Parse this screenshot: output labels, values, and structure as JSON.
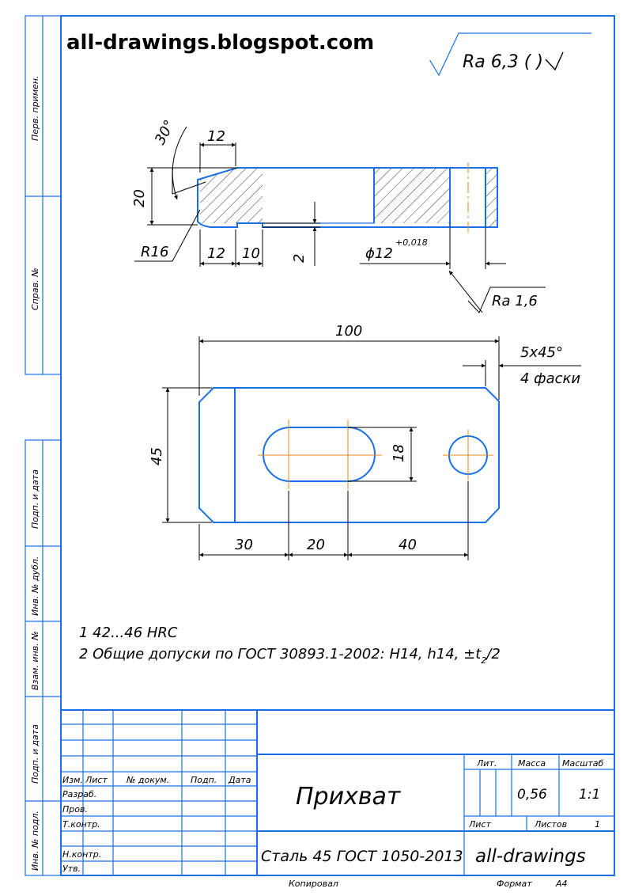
{
  "site": "all-drawings.blogspot.com",
  "roughness_general": "Ra 6,3 (  )",
  "roughness_hole": "Ra 1,6",
  "side_labels": {
    "perv_primen": "Перв. примен.",
    "sprav_no": "Справ. №",
    "podp_data_1": "Подп. и дата",
    "inv_dubl": "Инв. № дубл.",
    "vzam_inv": "Взам. инв. №",
    "podp_data_2": "Подп. и дата",
    "inv_podl": "Инв. № подл."
  },
  "section_dims": {
    "angle": "30°",
    "top_width": "12",
    "height": "20",
    "radius": "R16",
    "bottom_1": "12",
    "bottom_2": "10",
    "step": "2",
    "hole_diam": "ϕ12",
    "hole_tol": "+0,018"
  },
  "plan_dims": {
    "overall_length": "100",
    "chamfer": "5x45°",
    "chamfer_note": "4 фаски",
    "height": "45",
    "slot_width": "18",
    "d1": "30",
    "d2": "20",
    "d3": "40"
  },
  "notes": {
    "n1": "1  42...46 HRC",
    "n2_main": "2  Общие допуски по ГОСТ 30893.1-2002: H14, h14, ±t",
    "n2_sub": "2",
    "n2_tail": "/2"
  },
  "title_block": {
    "h_izm": "Изм.",
    "h_list": "Лист",
    "h_dokum": "№ докум.",
    "h_podp": "Подп.",
    "h_data": "Дата",
    "razrab": "Разраб.",
    "prov": "Пров.",
    "tkontr": "Т.контр.",
    "nkontr": "Н.контр.",
    "utv": "Утв.",
    "part_name": "Прихват",
    "material": "Сталь 45 ГОСТ 1050-2013",
    "lit": "Лит.",
    "massa": "Масса",
    "masshtab": "Масштаб",
    "mass_value": "0,56",
    "scale_value": "1:1",
    "list": "Лист",
    "listov": "Листов",
    "listov_value": "1",
    "org": "all-drawings"
  },
  "footer": {
    "kopiroval": "Копировал",
    "format": "Формат",
    "format_value": "А4"
  }
}
